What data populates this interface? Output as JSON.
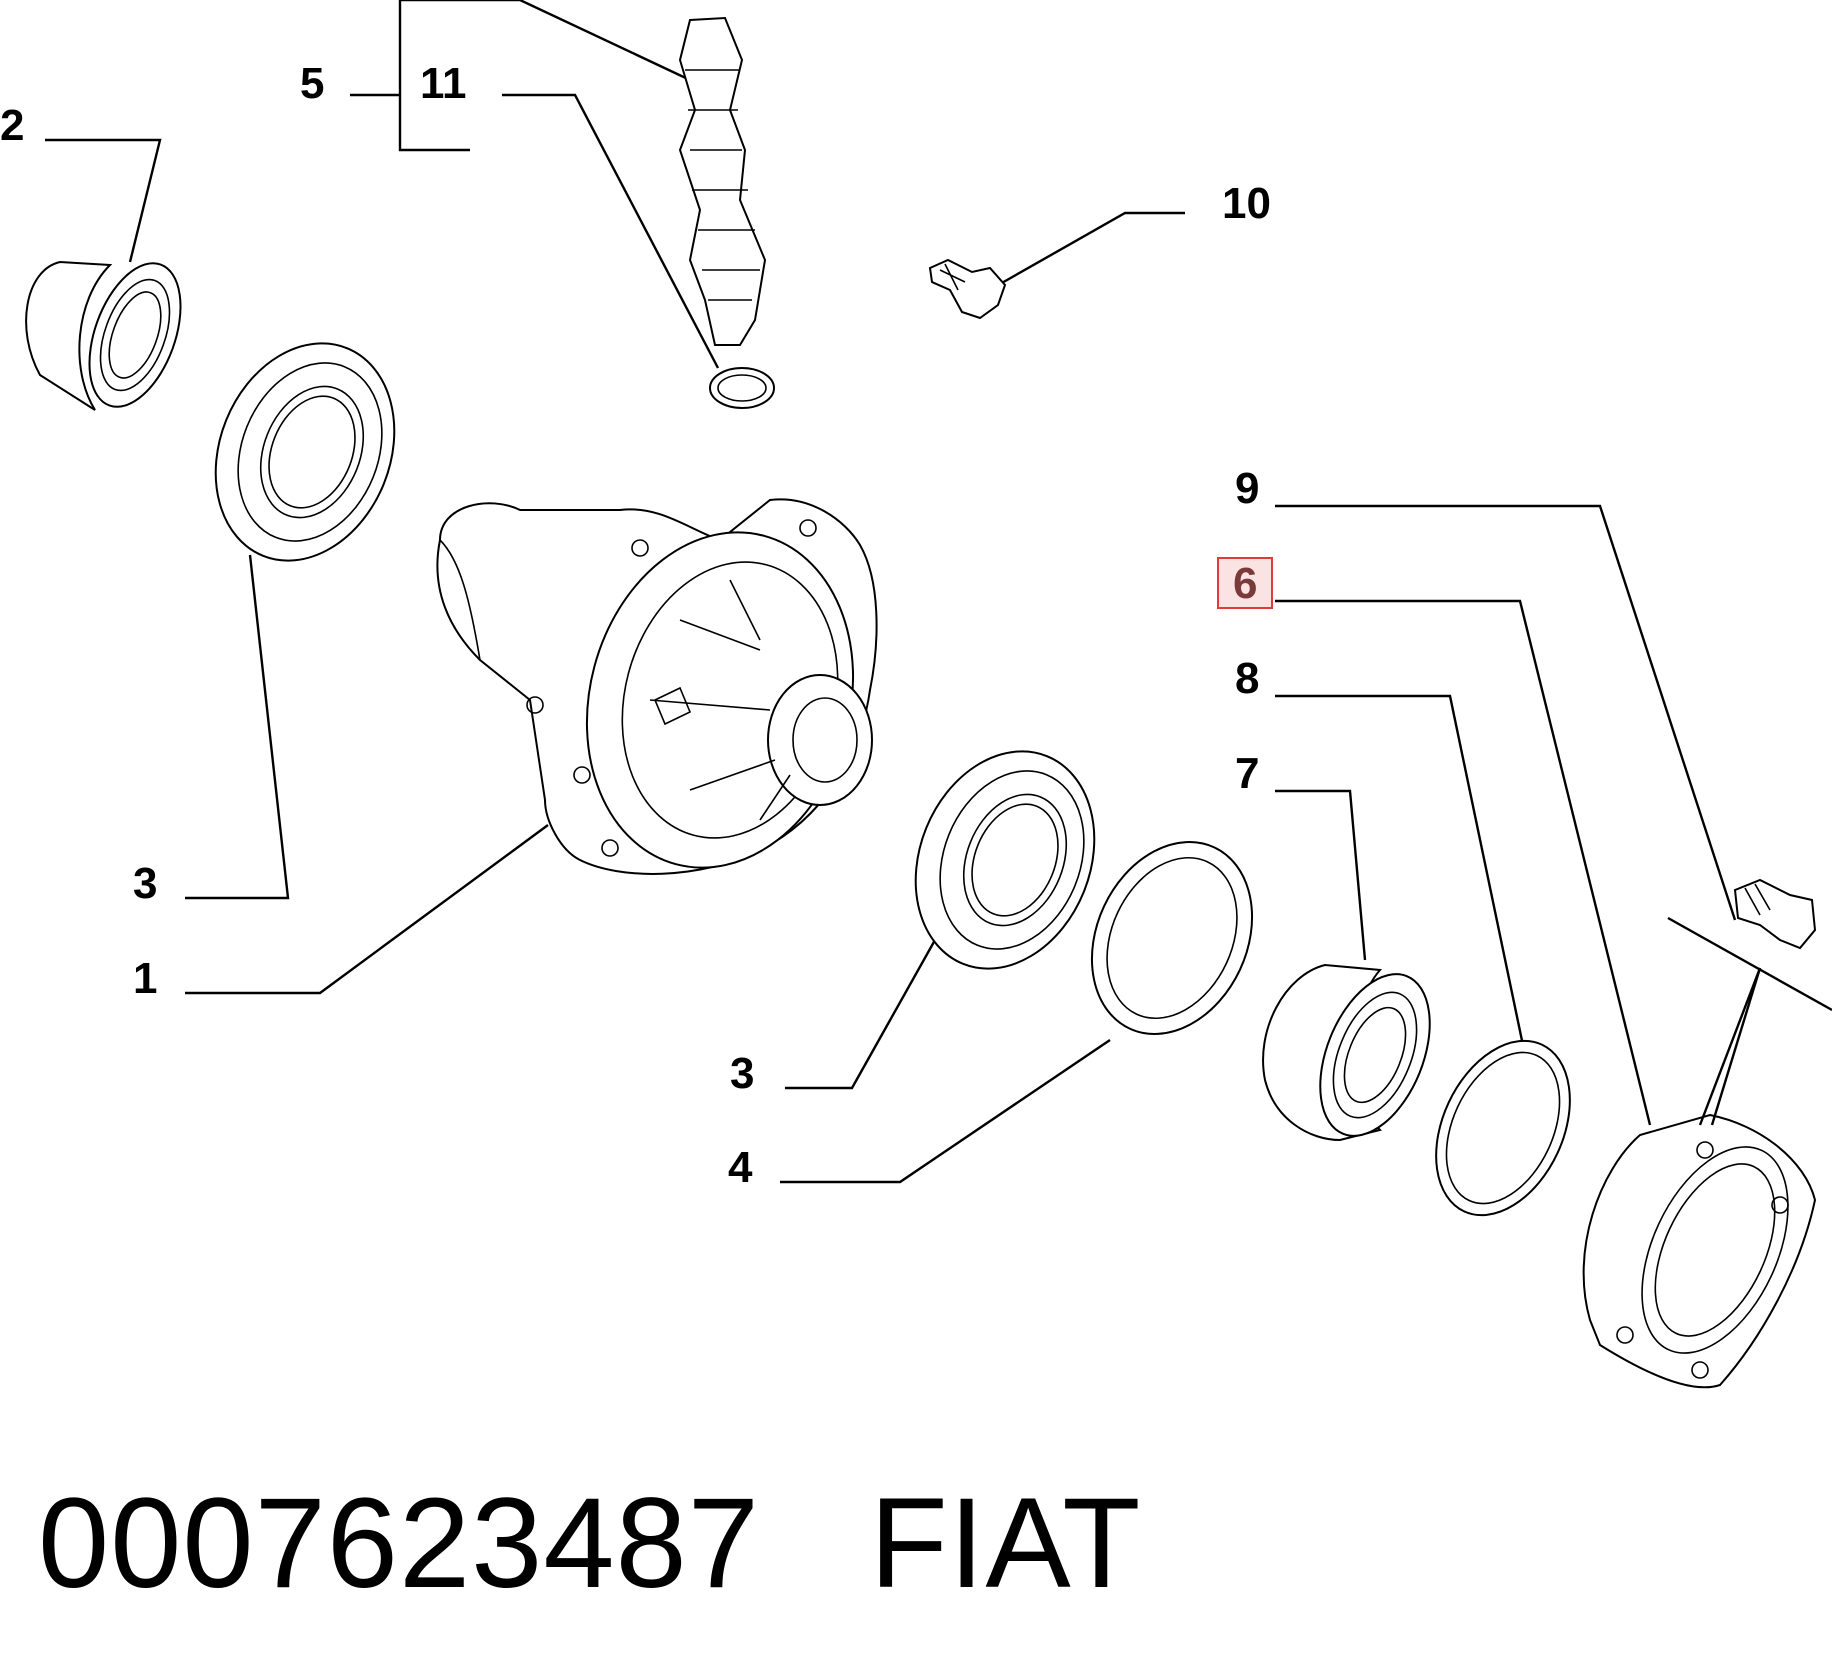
{
  "callouts": {
    "c1": "1",
    "c2": "2",
    "c3a": "3",
    "c3b": "3",
    "c4": "4",
    "c5": "5",
    "c6": "6",
    "c7": "7",
    "c8": "8",
    "c9": "9",
    "c10": "10",
    "c11": "11"
  },
  "highlight": {
    "callout": "6",
    "color": "#e03a3a",
    "fill": "#fbe3e3"
  },
  "footer": {
    "part_number": "0007623487",
    "brand": "FIAT"
  }
}
